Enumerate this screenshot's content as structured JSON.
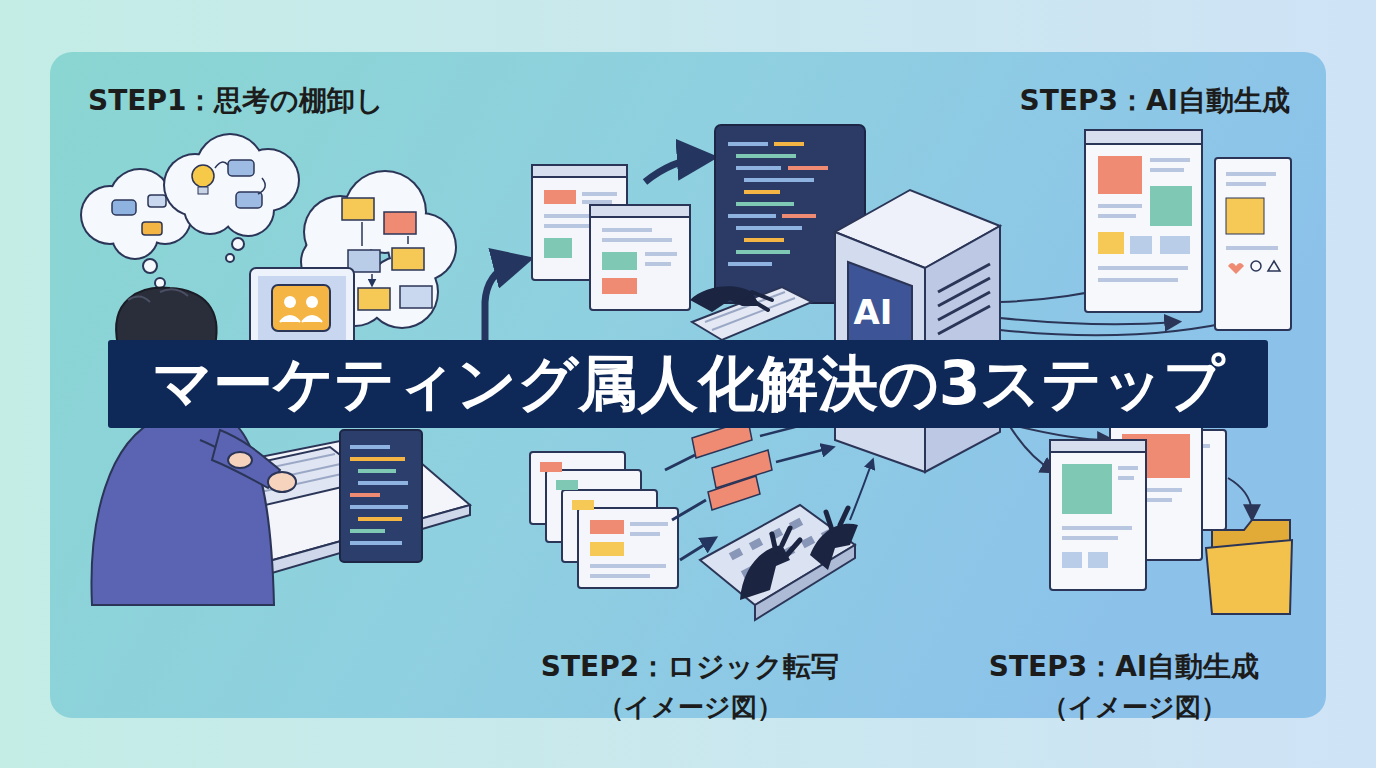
{
  "diagram": {
    "title": "マーケティング属人化解決の3ステップ",
    "labels": [
      "STEP1：思考の棚卸し",
      "STEP3：AI自動生成",
      "AI",
      "STEP2：ロジック転写",
      "（イメージ図）",
      "STEP3：AI自動生成",
      "（イメージ図）"
    ]
  }
}
